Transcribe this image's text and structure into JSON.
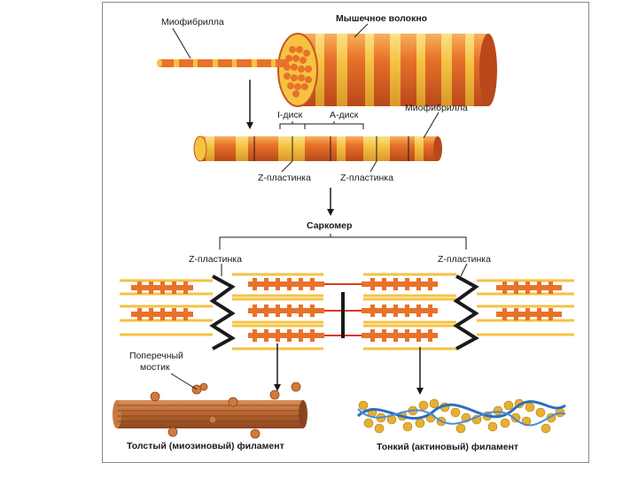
{
  "labels": {
    "myofibril_top": "Миофибрилла",
    "muscle_fiber": "Мышечное волокно",
    "myofibril_mid": "Миофибрилла",
    "i_disc": "I-диск",
    "a_disc": "А-диск",
    "z_plate_left_mid": "Z-пластинка",
    "z_plate_right_mid": "Z-пластинка",
    "sarcomere": "Саркомер",
    "z_plate_left_low": "Z-пластинка",
    "z_plate_right_low": "Z-пластинка",
    "cross_bridge_line1": "Поперечный",
    "cross_bridge_line2": "мостик",
    "thick_filament": "Толстый (миозиновый) филамент",
    "thin_filament": "Тонкий (актиновый) филамент"
  },
  "colors": {
    "orange": "#e8722a",
    "yellow": "#f5c242",
    "red": "#d93a1e",
    "myosin": "#b5652e",
    "actin_ball": "#e8b030",
    "tropomyosin": "#2a6fc0"
  }
}
